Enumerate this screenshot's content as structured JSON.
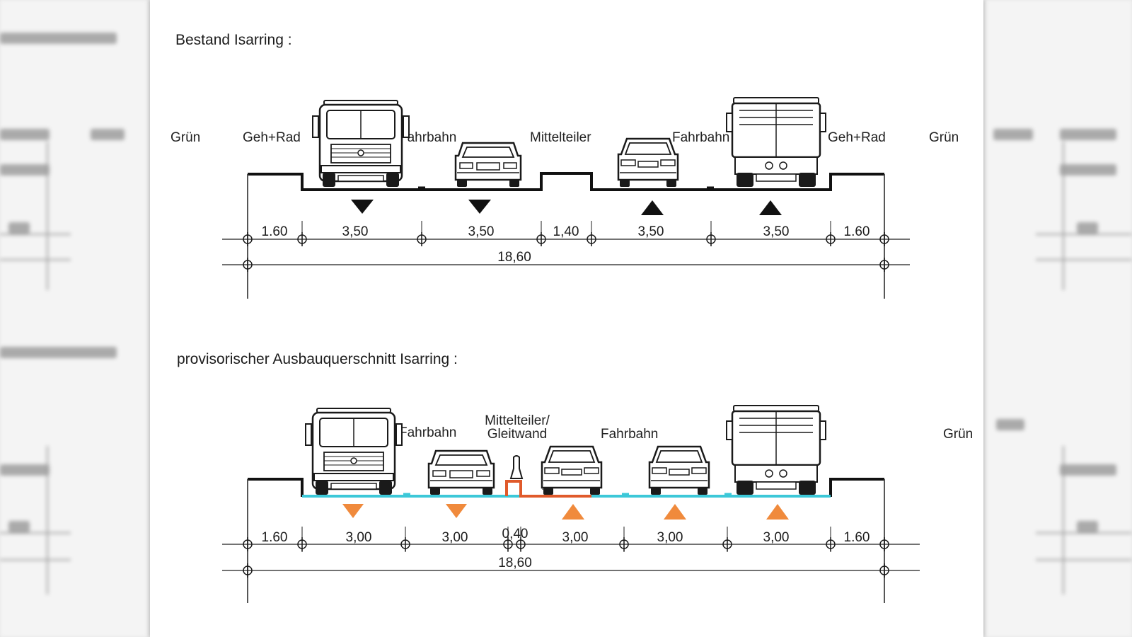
{
  "section_existing": {
    "title": "Bestand Isarring :",
    "labels": {
      "green_left": "Grün",
      "walk_bike_left": "Geh+Rad",
      "lane_left": "Fahrbahn",
      "median": "Mittelteiler",
      "lane_right": "Fahrbahn",
      "walk_bike_right": "Geh+Rad",
      "green_right": "Grün"
    },
    "dimensions": [
      "1.60",
      "3,50",
      "3,50",
      "1,40",
      "3,50",
      "3,50",
      "1.60"
    ],
    "total": "18,60"
  },
  "section_proposed": {
    "title": "provisorischer Ausbauquerschnitt Isarring :",
    "labels": {
      "lane_left": "Fahrbahn",
      "median_line1": "Mittelteiler/",
      "median_line2": "Gleitwand",
      "lane_right": "Fahrbahn",
      "green_right": "Grün"
    },
    "dimensions": [
      "1.60",
      "3,00",
      "3,00",
      "0,40",
      "3,00",
      "3,00",
      "3,00",
      "1.60"
    ],
    "total": "18,60"
  },
  "colors": {
    "new_surface": "#3cc8d8",
    "new_barrier": "#e05a2b",
    "direction_arrow_new": "#f08a3c",
    "direction_arrow_existing": "#111111"
  }
}
